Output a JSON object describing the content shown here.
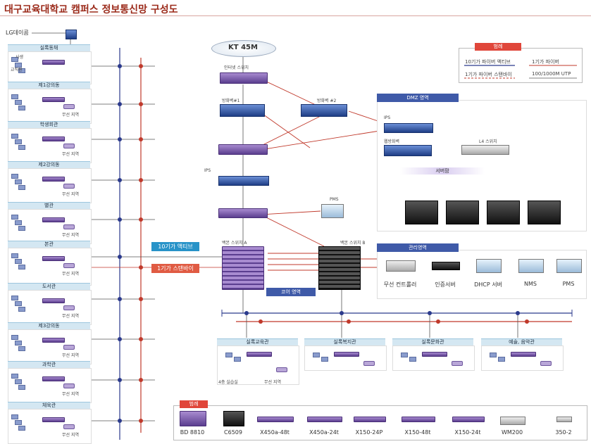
{
  "title": "대구교육대학교 캠퍼스 정보통신망 구성도",
  "isp_lg": "LG데이콤",
  "isp_kt": "KT 45M",
  "left_buildings": [
    {
      "name": "실록동채",
      "sub1": "사생",
      "sub2": "교직원"
    },
    {
      "name": "제1강의동",
      "wireless": "무선 지역"
    },
    {
      "name": "학생회관",
      "wireless": "무선 지역"
    },
    {
      "name": "제2강의동",
      "wireless": "무선 지역"
    },
    {
      "name": "별관",
      "wireless": "무선 지역"
    },
    {
      "name": "본관",
      "wireless": "무선 지역"
    },
    {
      "name": "도서관",
      "wireless": "무선 지역"
    },
    {
      "name": "제3강의동",
      "wireless": "무선 지역"
    },
    {
      "name": "과학관",
      "wireless": "무선 지역"
    },
    {
      "name": "체육관",
      "wireless": "무선 지역"
    }
  ],
  "core": {
    "internet_switch": "인터넷 스위치",
    "firewall1": "방화벽#1",
    "firewall2": "방화벽 #2",
    "ips": "IPS",
    "pms": "PMS",
    "backbone_a": "백본 스위치 A",
    "backbone_b": "백본 스위치 B",
    "core_area": "코어 영역",
    "active_tag": "10기가 액티브",
    "standby_tag": "1기가 스탠바이"
  },
  "dmz": {
    "title": "DMZ 영역",
    "ips": "IPS",
    "web_firewall": "웹방화벽",
    "l4": "L4 스위치",
    "server_farm": "서버팜"
  },
  "mgmt": {
    "title": "관리영역",
    "items": [
      "무선 컨트롤러",
      "인증서버",
      "DHCP 서버",
      "NMS",
      "PMS"
    ]
  },
  "bottom_buildings": [
    {
      "name": "실록교육관",
      "sub": "4층 실습실",
      "wireless": "무선 지역"
    },
    {
      "name": "실록복지관"
    },
    {
      "name": "실록문화관"
    },
    {
      "name": "예술, 음악관"
    }
  ],
  "legend_lines": {
    "title": "범례",
    "items": [
      "10기가 파이버 액티브",
      "1기가 파이버",
      "1기가 파이버 스탠바이",
      "100/1000M UTP"
    ]
  },
  "legend_devices": {
    "title": "범례",
    "items": [
      "BD 8810",
      "C6509",
      "X450a-48t",
      "X450a-24t",
      "X150-24P",
      "X150-48t",
      "X150-24t",
      "WM200",
      "350-2"
    ]
  },
  "colors": {
    "title": "#9b2a1a",
    "active_line": "#2b3a8c",
    "standby_line": "#c0392b",
    "tag_blue": "#2893c8",
    "tag_red": "#e05b43"
  }
}
